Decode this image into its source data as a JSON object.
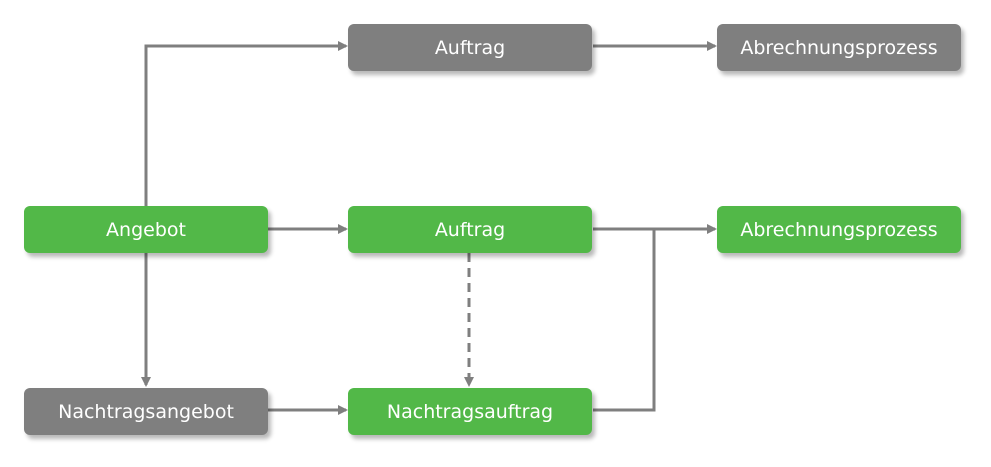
{
  "colors": {
    "green": "#52b848",
    "gray": "#7f7f7f",
    "connector": "#7f7f7f"
  },
  "nodes": {
    "auftrag_top": {
      "label": "Auftrag",
      "color": "gray"
    },
    "abrechnung_top": {
      "label": "Abrechnungsprozess",
      "color": "gray"
    },
    "angebot": {
      "label": "Angebot",
      "color": "green"
    },
    "auftrag_mid": {
      "label": "Auftrag",
      "color": "green"
    },
    "abrechnung_mid": {
      "label": "Abrechnungsprozess",
      "color": "green"
    },
    "nachtragsangebot": {
      "label": "Nachtragsangebot",
      "color": "gray"
    },
    "nachtragsauftrag": {
      "label": "Nachtragsauftrag",
      "color": "green"
    }
  }
}
